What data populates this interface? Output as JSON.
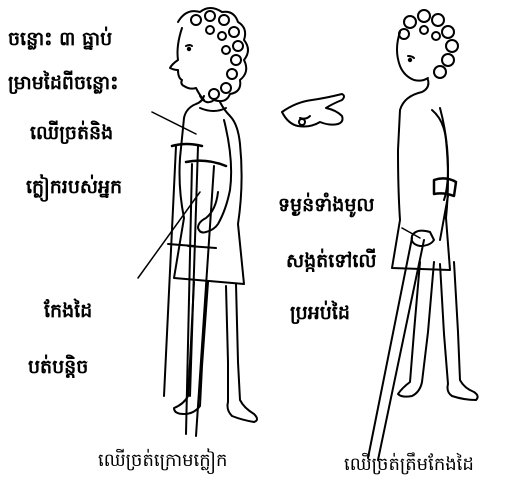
{
  "labels": {
    "gap_note_line1": "ចន្លោះ ៣ ធ្នាប់",
    "gap_note_line2": "ម្រាមដៃពីចន្លោះ",
    "gap_note_line3": "ឈើច្រត់និង",
    "gap_note_line4": "ក្លៀករបស់អ្នក",
    "elbow_note_line1": "កែងដៃ",
    "elbow_note_line2": "បត់បន្តិច",
    "weight_note_line1": "ទម្ងន់ទាំងមូល",
    "weight_note_line2": "សង្កត់ទៅលើ",
    "weight_note_line3": "ប្រអប់ដៃ"
  },
  "captions": {
    "left_figure": "ឈើច្រត់ក្រោមក្លៀក",
    "right_figure": "ឈើច្រត់ត្រឹមកែងដៃ"
  }
}
